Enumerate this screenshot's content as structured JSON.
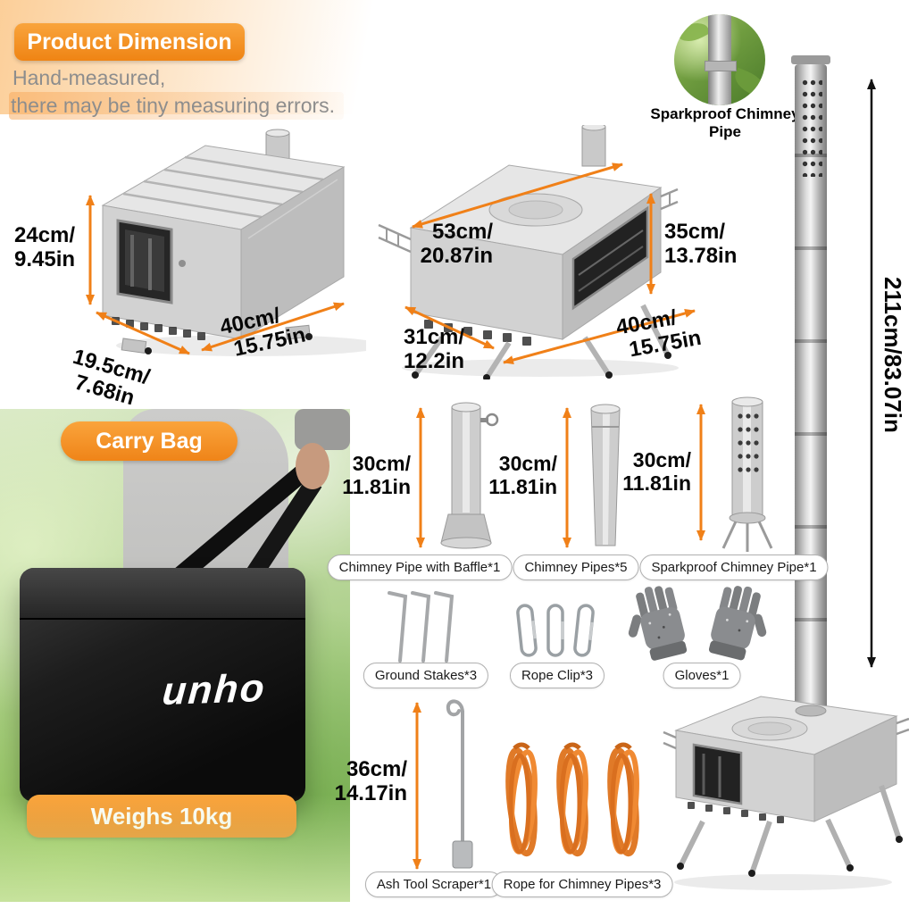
{
  "colors": {
    "accent": "#F7941D",
    "arrow_orange": "#F08018",
    "arrow_black": "#111111",
    "rope_orange": "#E8762A"
  },
  "header": {
    "banner": "Product Dimension",
    "note_line1": "Hand-measured,",
    "note_line2": "there may be tiny measuring errors."
  },
  "inset": {
    "label": "Sparkproof Chimney Pipe"
  },
  "chimney": {
    "total": "211cm/83.07in"
  },
  "stove_folded": {
    "height_l1": "24cm/",
    "height_l2": "9.45in",
    "depth_l1": "19.5cm/",
    "depth_l2": "7.68in",
    "width_l1": "40cm/",
    "width_l2": "15.75in"
  },
  "stove_open": {
    "diag_l1": "53cm/",
    "diag_l2": "20.87in",
    "height_l1": "35cm/",
    "height_l2": "13.78in",
    "depth_l1": "31cm/",
    "depth_l2": "12.2in",
    "width_l1": "40cm/",
    "width_l2": "15.75in"
  },
  "pipes": [
    {
      "dim_l1": "30cm/",
      "dim_l2": "11.81in",
      "label": "Chimney Pipe with Baffle*1"
    },
    {
      "dim_l1": "30cm/",
      "dim_l2": "11.81in",
      "label": "Chimney Pipes*5"
    },
    {
      "dim_l1": "30cm/",
      "dim_l2": "11.81in",
      "label": "Sparkproof Chimney Pipe*1"
    }
  ],
  "accessories": {
    "stakes": "Ground Stakes*3",
    "clips": "Rope Clip*3",
    "gloves": "Gloves*1",
    "ash_tool": "Ash Tool Scraper*1",
    "ash_dim_l1": "36cm/",
    "ash_dim_l2": "14.17in",
    "ropes": "Rope for Chimney Pipes*3"
  },
  "carry_bag": {
    "banner": "Carry Bag",
    "weight": "Weighs 10kg",
    "logo": "unho"
  }
}
